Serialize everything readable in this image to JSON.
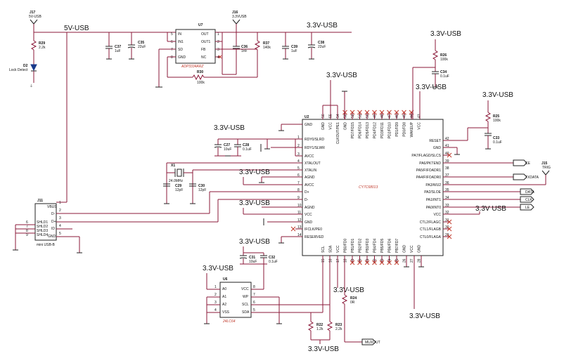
{
  "nets": {
    "v5_usb": "5V-USB",
    "v33": "3.3V-USB",
    "v33_b": "3.3V USB"
  },
  "u7": {
    "ref": "U7",
    "part": "ADP3334ARZ",
    "pins_left": [
      "IN",
      "IN1",
      "SD",
      "GND"
    ],
    "pins_left_num": [
      "5",
      "6",
      "7",
      "8"
    ],
    "pins_right": [
      "OUT",
      "OUT1",
      "FB",
      "NC"
    ],
    "pins_right_num": [
      "1",
      "2",
      "3",
      "4"
    ]
  },
  "j17": {
    "ref": "J17",
    "value": "5V-USB"
  },
  "j16": {
    "ref": "J16",
    "value": "3.3VUSB"
  },
  "j11": {
    "ref": "J11",
    "part": "mini USB-B",
    "pins": [
      "VBUS",
      "D-",
      "D+",
      "ID",
      "GND"
    ],
    "pin_nums": [
      "1",
      "2",
      "3",
      "4",
      "5"
    ],
    "shield": [
      "SHLD1",
      "SHLD2",
      "SHLD3",
      "SHLD4"
    ],
    "shield_nums": [
      "6",
      "7",
      "8",
      "9"
    ]
  },
  "j15": {
    "ref": "J15",
    "value": "TRIG"
  },
  "d2": {
    "ref": "D2",
    "value": "Lock Detect"
  },
  "x1": {
    "ref": "X1",
    "value": "24.0MHz"
  },
  "u6": {
    "ref": "U6",
    "part": "24LC64",
    "left": [
      "A0",
      "A1",
      "A2",
      "VSS"
    ],
    "right": [
      "VCC",
      "WP",
      "SCL",
      "SDA"
    ],
    "left_num": [
      "1",
      "2",
      "3",
      "4"
    ],
    "right_num": [
      "8",
      "7",
      "6",
      "5"
    ]
  },
  "u2": {
    "ref": "U2",
    "part": "CY7C68013",
    "left_pins": [
      {
        "n": "GND",
        "num": ""
      },
      {
        "n": "RDY0/SLRD",
        "num": "1"
      },
      {
        "n": "RDY1/SLWR",
        "num": "2"
      },
      {
        "n": "AVCC",
        "num": "3"
      },
      {
        "n": "XTALOUT",
        "num": "4"
      },
      {
        "n": "XTALIN",
        "num": "5"
      },
      {
        "n": "AGND",
        "num": "6"
      },
      {
        "n": "AVCC",
        "num": "7"
      },
      {
        "n": "D+",
        "num": "8"
      },
      {
        "n": "D-",
        "num": "9"
      },
      {
        "n": "AGND",
        "num": "10"
      },
      {
        "n": "VCC",
        "num": "11"
      },
      {
        "n": "GND",
        "num": "12"
      },
      {
        "n": "IFCLK/PE0",
        "num": "13"
      },
      {
        "n": "RESERVED",
        "num": "14"
      }
    ],
    "right_pins": [
      {
        "n": "RESET",
        "num": "42"
      },
      {
        "n": "GND",
        "num": "41"
      },
      {
        "n": "PA7/FLAGD/SLCS",
        "num": "40"
      },
      {
        "n": "PA6/PKTEND",
        "num": "39"
      },
      {
        "n": "PA5/FIFOADR1",
        "num": "38"
      },
      {
        "n": "PA4/FIFOADR0",
        "num": "37"
      },
      {
        "n": "PA3/WU2",
        "num": "36"
      },
      {
        "n": "PA2/SLOE",
        "num": "35"
      },
      {
        "n": "PA1/INT1",
        "num": "34"
      },
      {
        "n": "PA0/INT0",
        "num": "33"
      },
      {
        "n": "VCC",
        "num": "32"
      },
      {
        "n": "CTL2/FLAGC",
        "num": "31"
      },
      {
        "n": "CTL1/FLAGB",
        "num": "30"
      },
      {
        "n": "CTL0/FLAGA",
        "num": "29"
      }
    ],
    "top_pins": [
      "GND",
      "VCC",
      "CLKOUT/PE1",
      "GND",
      "PD7/FD15",
      "PD6/FD14",
      "PD5/FD13",
      "PD4/FD12",
      "PD3/FD11",
      "PD2/FD10",
      "PD1/FD9",
      "PD0/FD8",
      "WAKEUP",
      "VCC"
    ],
    "top_nums": [
      "56",
      "55",
      "54",
      "53",
      "52",
      "51",
      "50",
      "49",
      "48",
      "47",
      "46",
      "45",
      "44",
      "43"
    ],
    "bottom_pins": [
      "SCL",
      "SDA",
      "VCC",
      "PB0/FD0",
      "PB1/FD1",
      "PB2/FD2",
      "PB3/FD3",
      "PB4/FD4",
      "PB5/FD5",
      "PB6/FD6",
      "PB7/FD7",
      "GND",
      "VCC",
      "GND"
    ],
    "bottom_nums": [
      "15",
      "16",
      "17",
      "18",
      "19",
      "20",
      "21",
      "22",
      "23",
      "24",
      "25",
      "26",
      "27",
      "28"
    ]
  },
  "parts": {
    "r29": {
      "ref": "R29",
      "value": "2.2k"
    },
    "c37": {
      "ref": "C37",
      "value": "1uF"
    },
    "c35": {
      "ref": "C35",
      "value": "22uF"
    },
    "r30": {
      "ref": "R30",
      "value": "100k"
    },
    "c36": {
      "ref": "C36",
      "value": "1nF"
    },
    "r37": {
      "ref": "R37",
      "value": "140k"
    },
    "c39": {
      "ref": "C39",
      "value": "1uF"
    },
    "c38": {
      "ref": "C38",
      "value": "22uF"
    },
    "r26": {
      "ref": "R26",
      "value": "100k"
    },
    "c34": {
      "ref": "C34",
      "value": "0.1uF"
    },
    "r25": {
      "ref": "R25",
      "value": "100k"
    },
    "c33": {
      "ref": "C33",
      "value": "0.1uF"
    },
    "c27": {
      "ref": "C27",
      "value": "10uF"
    },
    "c28": {
      "ref": "C28",
      "value": "0.1uF"
    },
    "c29": {
      "ref": "C29",
      "value": "12pF"
    },
    "c30": {
      "ref": "C30",
      "value": "12pF"
    },
    "c31": {
      "ref": "C31",
      "value": "10uF"
    },
    "c32": {
      "ref": "C32",
      "value": "0.1uF"
    },
    "r24": {
      "ref": "R24",
      "value": "0R"
    },
    "r22": {
      "ref": "R22",
      "value": "1.2k"
    },
    "r23": {
      "ref": "R23",
      "value": "2.2k"
    }
  },
  "signals": {
    "ce": "CE",
    "txdata": "TXDATA",
    "data": "DATA",
    "clk": "CLK",
    "le": "LE",
    "muxout": "MUXOUT"
  }
}
